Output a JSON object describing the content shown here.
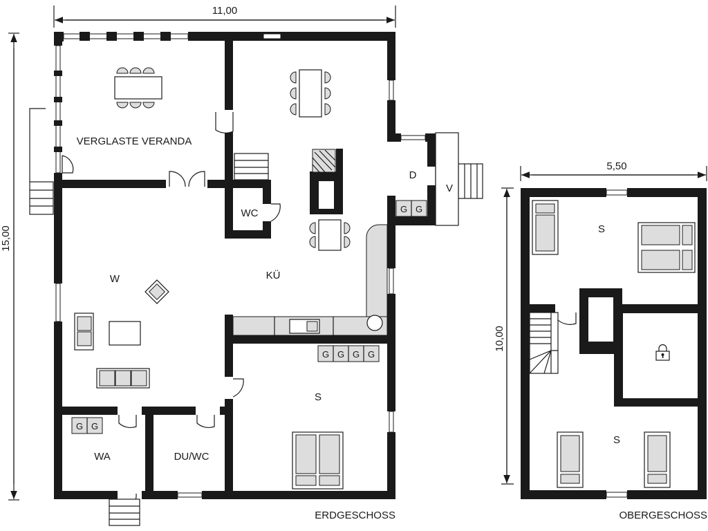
{
  "ground_floor": {
    "label": "ERDGESCHOSS",
    "width_dim": "11,00",
    "height_dim": "15,00",
    "rooms": {
      "veranda": "VERGLASTE VERANDA",
      "wc": "WC",
      "d": "D",
      "v": "V",
      "living": "W",
      "kitchen": "KÜ",
      "bedroom": "S",
      "laundry": "WA",
      "shower": "DU/WC"
    },
    "appliance_label": "G"
  },
  "upper_floor": {
    "label": "OBERGESCHOSS",
    "width_dim": "5,50",
    "height_dim": "10,00",
    "rooms": {
      "bedroom_top": "S",
      "bedroom_bottom": "S"
    },
    "locked_room_icon": "lock-icon"
  }
}
